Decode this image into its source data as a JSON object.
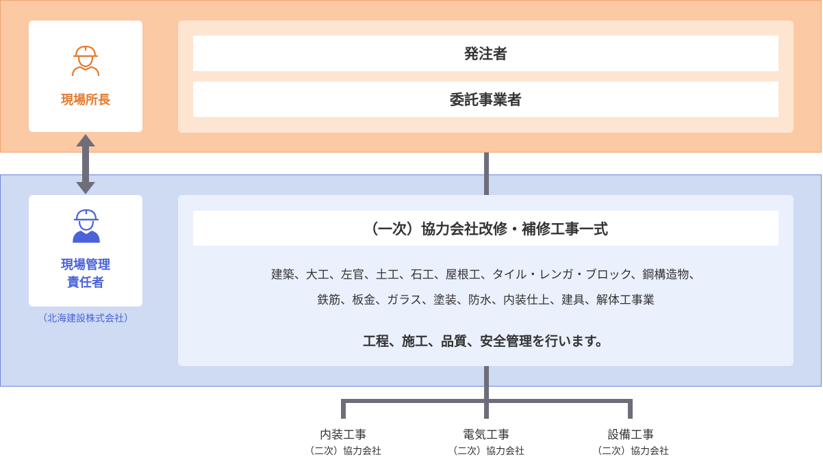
{
  "site_manager": {
    "label": "現場所長",
    "icon": "worker-helmet-icon",
    "color": "#e47a2e"
  },
  "client": {
    "orderer": "発注者",
    "contractor": "委託事業者"
  },
  "responsible": {
    "label_line1": "現場管理",
    "label_line2": "責任者",
    "icon": "worker-helmet-icon",
    "color": "#4a63d8",
    "company": "（北海建設株式会社）"
  },
  "work": {
    "title": "（一次）協力会社改修・補修工事一式",
    "trades_line1": "建築、大工、左官、土工、石工、屋根工、タイル・レンガ・ブロック、鋼構造物、",
    "trades_line2": "鉄筋、板金、ガラス、塗装、防水、内装仕上、建具、解体工事業",
    "duty": "工程、施工、品質、安全管理を行います。"
  },
  "subcontractors": [
    {
      "name": "内装工事",
      "type": "（二次）協力会社"
    },
    {
      "name": "電気工事",
      "type": "（二次）協力会社"
    },
    {
      "name": "設備工事",
      "type": "（二次）協力会社"
    }
  ]
}
